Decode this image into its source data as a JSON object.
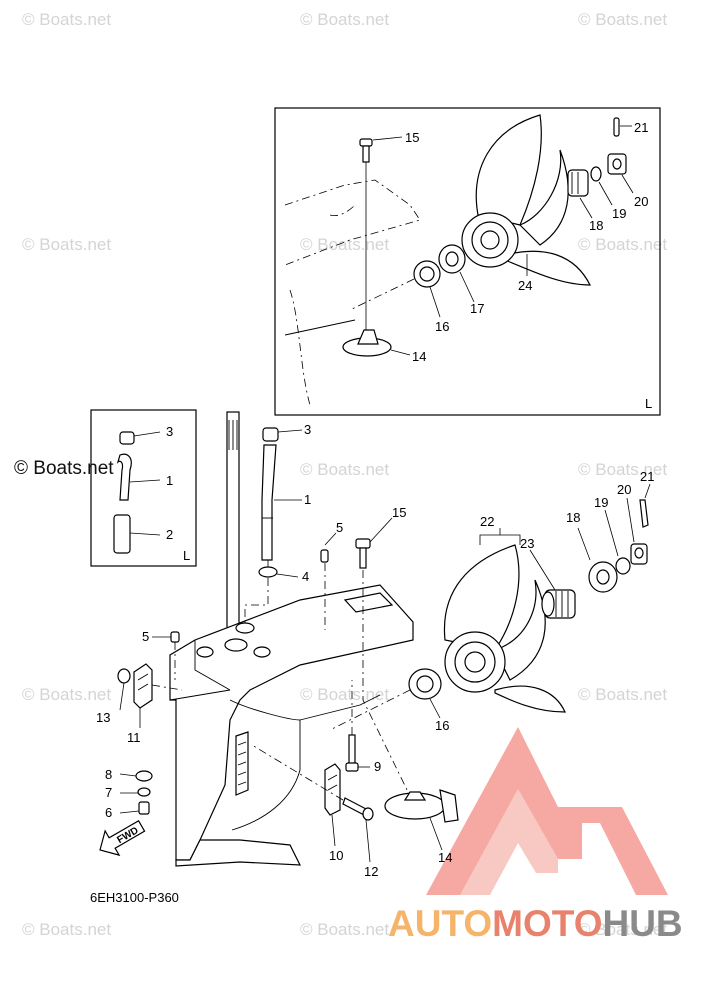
{
  "watermark": {
    "text": "© Boats.net",
    "color": "#d4d4d4"
  },
  "figure_code": "6EH3100-P360",
  "fwd_label": "FWD",
  "inset_top_corner_label": "L",
  "inset_left_corner_label": "L",
  "callouts": {
    "top": [
      "15",
      "21",
      "20",
      "19",
      "18",
      "24",
      "17",
      "16",
      "14"
    ],
    "left_inset": [
      "3",
      "1",
      "2"
    ],
    "main": [
      "3",
      "1",
      "4",
      "5",
      "15",
      "22",
      "23",
      "18",
      "19",
      "20",
      "21",
      "5",
      "13",
      "11",
      "16",
      "9",
      "8",
      "7",
      "6",
      "10",
      "12",
      "14"
    ]
  },
  "brand": {
    "part1": "AUTO",
    "part2": "MOTO",
    "part3": "HUB",
    "colors": {
      "auto": "#f5b46a",
      "moto": "#e8826c",
      "hub": "#8a8a8a",
      "logo": "#f08a80"
    }
  }
}
